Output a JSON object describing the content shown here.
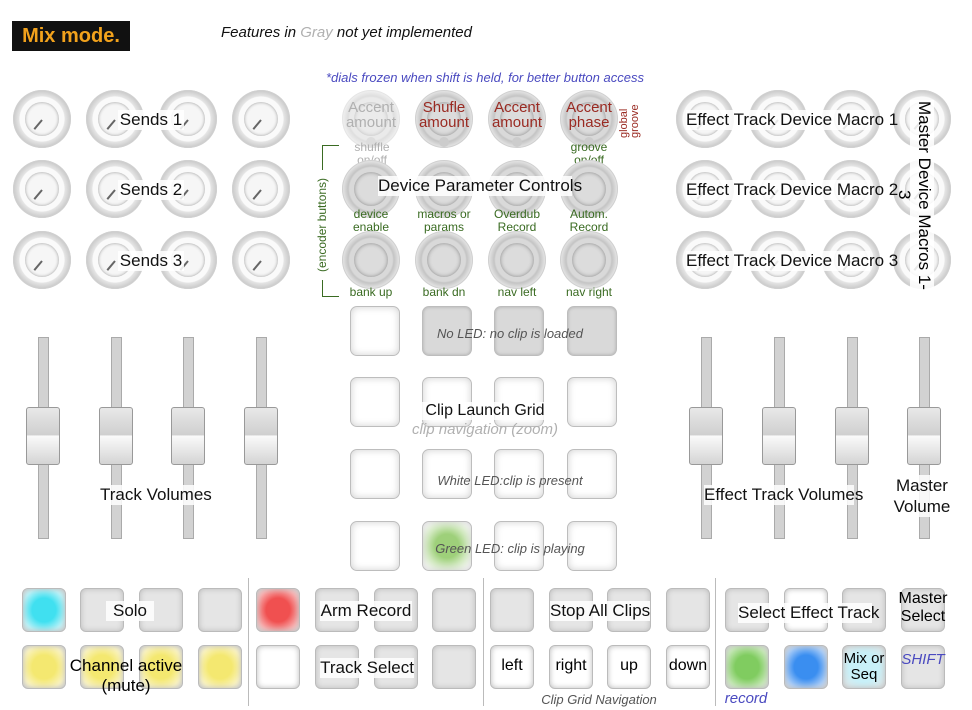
{
  "header": {
    "mode": "Mix mode.",
    "features_prefix": "Features in ",
    "features_gray": "Gray",
    "features_suffix": " not yet implemented",
    "shift_note": "*dials frozen when shift is held, for better button access"
  },
  "left_knobs": {
    "sends1": "Sends 1",
    "sends2": "Sends 2",
    "sends3": "Sends 3"
  },
  "center_top": {
    "accent_amount_1": "Accent amount",
    "shuffle_amount": "Shufle amount",
    "accent_amount_2": "Accent amount",
    "accent_phase": "Accent phase",
    "global_groove": "global groove",
    "shuffle_onoff": "shuffle on/off",
    "groove_onoff": "groove on/off",
    "device_param_controls": "Device Parameter Controls",
    "encoder_buttons": "(encoder buttons)",
    "device_enable": "device enable",
    "macros_or_params": "macros or params",
    "overdub_record": "Overdub Record",
    "autom_record": "Autom. Record",
    "bank_up": "bank up",
    "bank_dn": "bank dn",
    "nav_left": "nav left",
    "nav_right": "nav right"
  },
  "right_knobs": {
    "macro1": "Effect Track Device Macro 1",
    "macro2": "Effect Track Device Macro 2",
    "macro3": "Effect Track Device Macro 3",
    "master_macros": "Master Device Macros 1-3"
  },
  "grid": {
    "no_led": "No LED: no clip is loaded",
    "clip_launch": "Clip Launch Grid",
    "clip_nav_zoom": "clip navigation (zoom)",
    "white_led": "White LED:clip is present",
    "green_led": "Green LED: clip is playing"
  },
  "faders": {
    "track_volumes": "Track Volumes",
    "effect_track_volumes": "Effect Track Volumes",
    "master_volume": "Master Volume"
  },
  "bottom": {
    "solo": "Solo",
    "channel_active": "Channel active (mute)",
    "arm_record": "Arm Record",
    "track_select": "Track Select",
    "stop_all_clips": "Stop All Clips",
    "left": "left",
    "right": "right",
    "up": "up",
    "down": "down",
    "clip_grid_nav": "Clip Grid Navigation",
    "select_effect_track": "Select Effect Track",
    "master_select": "Master Select",
    "mix_or_seq": "Mix or Seq",
    "shift": "SHIFT",
    "record": "record"
  },
  "colors": {
    "mode_badge_text": "#f2a21c",
    "led_cyan": "#40e0f0",
    "led_yellow": "#f4e870",
    "led_red": "#f05050",
    "led_green": "#80cc60",
    "led_blue": "#3a8ef0",
    "led_light_cyan": "#c8f0f8"
  }
}
